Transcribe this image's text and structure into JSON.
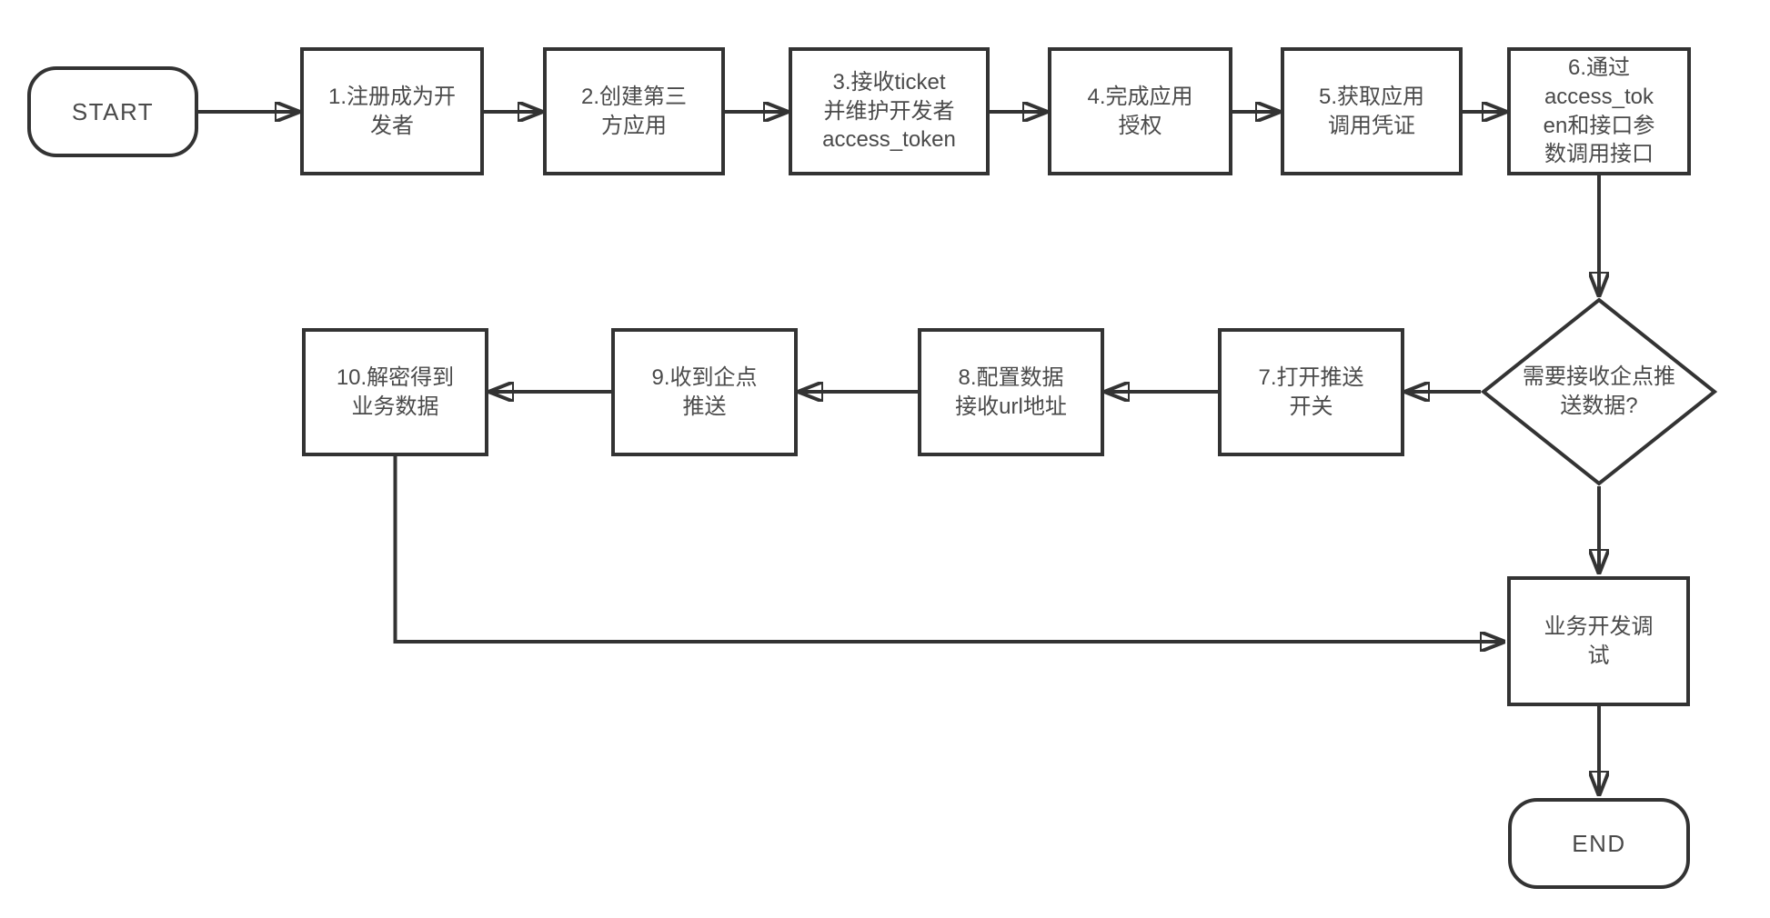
{
  "colors": {
    "line": "#333333",
    "text": "#4a4a4a",
    "background": "#ffffff"
  },
  "flowchart": {
    "nodes": {
      "start": {
        "label": "START",
        "shape": "terminator"
      },
      "step1": {
        "label": "1.注册成为开\n发者",
        "shape": "process"
      },
      "step2": {
        "label": "2.创建第三\n方应用",
        "shape": "process"
      },
      "step3": {
        "label": "3.接收ticket\n并维护开发者\naccess_token",
        "shape": "process"
      },
      "step4": {
        "label": "4.完成应用\n授权",
        "shape": "process"
      },
      "step5": {
        "label": "5.获取应用\n调用凭证",
        "shape": "process"
      },
      "step6": {
        "label": "6.通过\naccess_tok\nen和接口参\n数调用接口",
        "shape": "process"
      },
      "decision": {
        "label": "需要接收企点推\n送数据?",
        "shape": "decision"
      },
      "step7": {
        "label": "7.打开推送\n开关",
        "shape": "process"
      },
      "step8": {
        "label": "8.配置数据\n接收url地址",
        "shape": "process"
      },
      "step9": {
        "label": "9.收到企点\n推送",
        "shape": "process"
      },
      "step10": {
        "label": "10.解密得到\n业务数据",
        "shape": "process"
      },
      "debug": {
        "label": "业务开发调\n试",
        "shape": "process"
      },
      "end": {
        "label": "END",
        "shape": "terminator"
      }
    },
    "edges": [
      {
        "from": "start",
        "to": "step1"
      },
      {
        "from": "step1",
        "to": "step2"
      },
      {
        "from": "step2",
        "to": "step3"
      },
      {
        "from": "step3",
        "to": "step4"
      },
      {
        "from": "step4",
        "to": "step5"
      },
      {
        "from": "step5",
        "to": "step6"
      },
      {
        "from": "step6",
        "to": "decision"
      },
      {
        "from": "decision",
        "to": "step7"
      },
      {
        "from": "step7",
        "to": "step8"
      },
      {
        "from": "step8",
        "to": "step9"
      },
      {
        "from": "step9",
        "to": "step10"
      },
      {
        "from": "step10",
        "to": "debug"
      },
      {
        "from": "decision",
        "to": "debug"
      },
      {
        "from": "debug",
        "to": "end"
      }
    ]
  }
}
